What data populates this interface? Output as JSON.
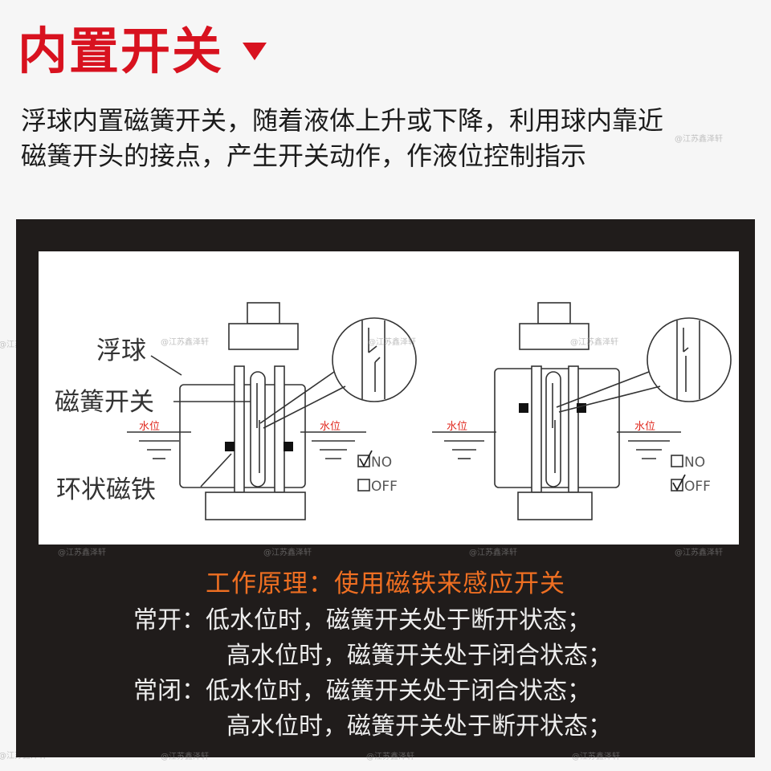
{
  "header": {
    "title": "内置开关",
    "description_lines": [
      "浮球内置磁簧开关，随着液体上升或下降，利用球内靠近",
      "磁簧开头的接点，产生开关动作，作液位控制指示"
    ]
  },
  "diagram": {
    "labels": {
      "float": "浮球",
      "reed_switch": "磁簧开关",
      "ring_magnet": "环状磁铁",
      "water_level": "水位",
      "no": "NO",
      "off": "OFF"
    },
    "left_state": {
      "no_checked": true,
      "off_checked": false
    },
    "right_state": {
      "no_checked": false,
      "off_checked": true
    }
  },
  "principle": {
    "title": "工作原理：使用磁铁来感应开关",
    "lines": [
      {
        "prefix": "常开：",
        "text": "低水位时，磁簧开关处于断开状态；"
      },
      {
        "prefix": "",
        "text": "高水位时，磁簧开关处于闭合状态；"
      },
      {
        "prefix": "常闭：",
        "text": "低水位时，磁簧开关处于闭合状态；"
      },
      {
        "prefix": "",
        "text": "高水位时，磁簧开关处于断开状态；"
      }
    ]
  },
  "watermark": "@江苏鑫泽轩",
  "colors": {
    "accent_red": "#d8121f",
    "principle_orange": "#ef6f22",
    "panel_bg": "#201c1b",
    "water_label": "#e0271d"
  }
}
